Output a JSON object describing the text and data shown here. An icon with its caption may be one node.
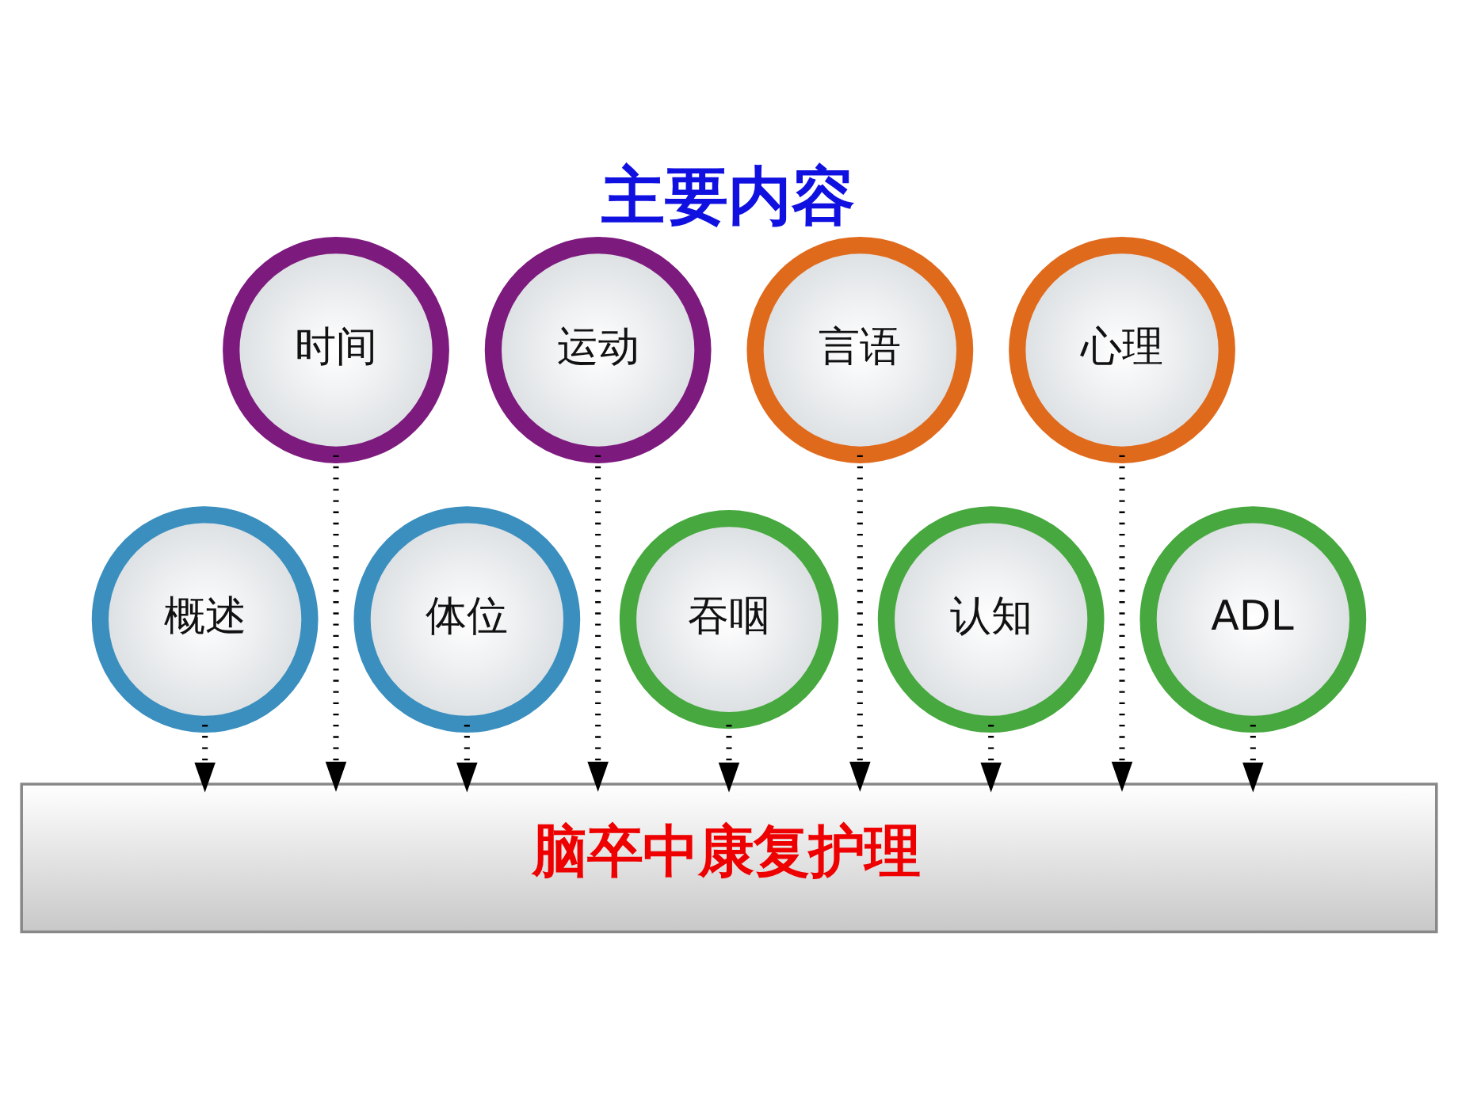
{
  "diagram": {
    "title": "主要内容",
    "nodes": [
      {
        "text": [
          "概述"
        ]
      },
      {
        "text": [
          "时间"
        ]
      },
      {
        "text": [
          "体位"
        ]
      },
      {
        "text": [
          "运动"
        ]
      },
      {
        "text": [
          "吞咽"
        ]
      },
      {
        "text": [
          "言语"
        ]
      },
      {
        "text": [
          "认知"
        ]
      },
      {
        "text": [
          "心理"
        ]
      },
      {
        "text": [
          "ADL"
        ]
      },
      {
        "text": [
          "脑卒中康复护理"
        ]
      }
    ],
    "edges": [
      {
        "from": 0,
        "to": 9,
        "arrow": "to",
        "style": "dashed"
      },
      {
        "from": 1,
        "to": 9,
        "arrow": "to",
        "style": "dashed"
      },
      {
        "from": 2,
        "to": 9,
        "arrow": "to",
        "style": "dashed"
      },
      {
        "from": 3,
        "to": 9,
        "arrow": "to",
        "style": "dashed"
      },
      {
        "from": 4,
        "to": 9,
        "arrow": "to",
        "style": "dashed"
      },
      {
        "from": 5,
        "to": 9,
        "arrow": "to",
        "style": "dashed"
      },
      {
        "from": 6,
        "to": 9,
        "arrow": "to",
        "style": "dashed"
      },
      {
        "from": 7,
        "to": 9,
        "arrow": "to",
        "style": "dashed"
      },
      {
        "from": 8,
        "to": 9,
        "arrow": "to",
        "style": "dashed"
      }
    ]
  }
}
